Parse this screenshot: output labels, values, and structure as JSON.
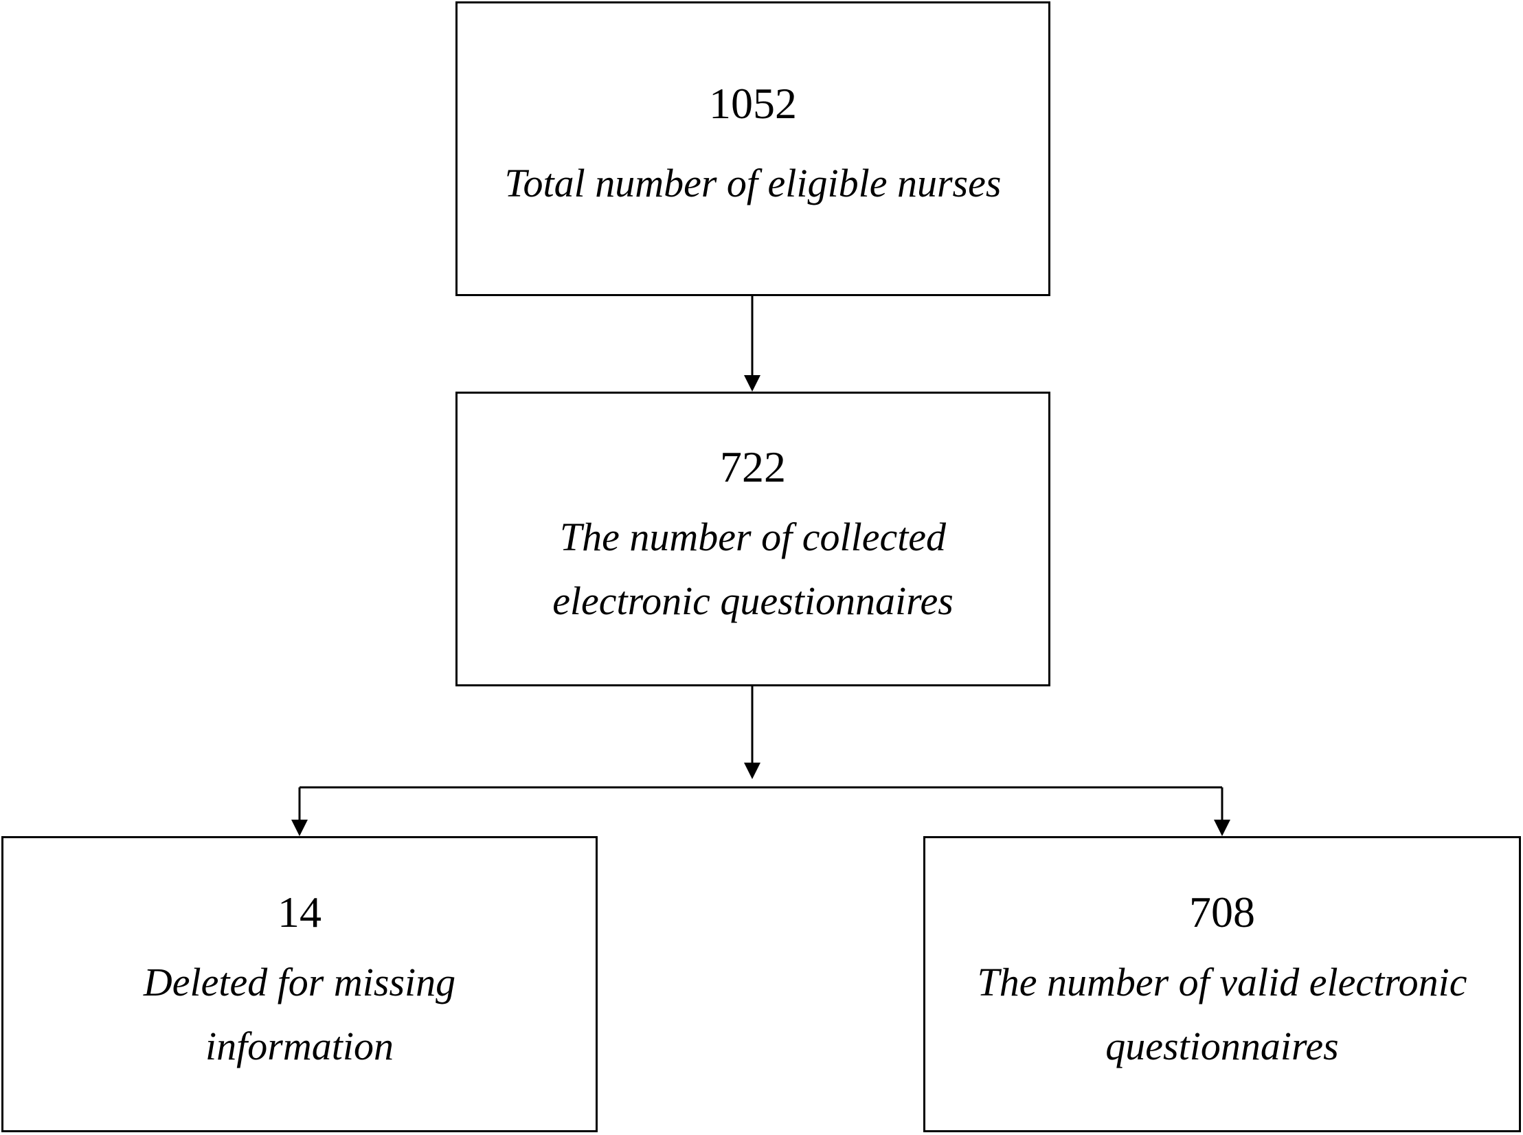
{
  "flowchart": {
    "total": {
      "count": "1052",
      "label": "Total number of eligible nurses"
    },
    "collected": {
      "count": "722",
      "label_line1": "The number of collected",
      "label_line2": "electronic questionnaires"
    },
    "deleted": {
      "count": "14",
      "label_line1": "Deleted for missing",
      "label_line2": "information"
    },
    "valid": {
      "count": "708",
      "label_line1": "The number of valid electronic",
      "label_line2": "questionnaires"
    }
  },
  "colors": {
    "line": "#000000",
    "background": "#ffffff"
  }
}
